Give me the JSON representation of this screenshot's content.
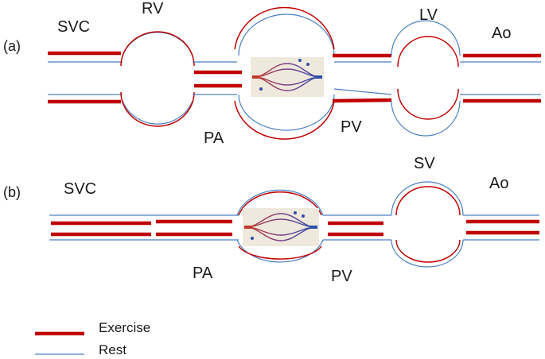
{
  "panels": [
    {
      "panel_label": "(a)",
      "labels": {
        "svc": "SVC",
        "rv": "RV",
        "pa": "PA",
        "pv": "PV",
        "lv": "LV",
        "ao": "Ao"
      }
    },
    {
      "panel_label": "(b)",
      "labels": {
        "svc": "SVC",
        "pa": "PA",
        "pv": "PV",
        "sv": "SV",
        "ao": "Ao"
      }
    }
  ],
  "legend": [
    {
      "label": "Exercise",
      "color": "#c00000",
      "style": "thick"
    },
    {
      "label": "Rest",
      "color": "#4a7fc1",
      "style": "thin"
    }
  ],
  "colors": {
    "exercise": "#c00000",
    "rest": "#4a7fc1"
  },
  "icons": {
    "lung_capillary": "capillary-network-icon"
  }
}
